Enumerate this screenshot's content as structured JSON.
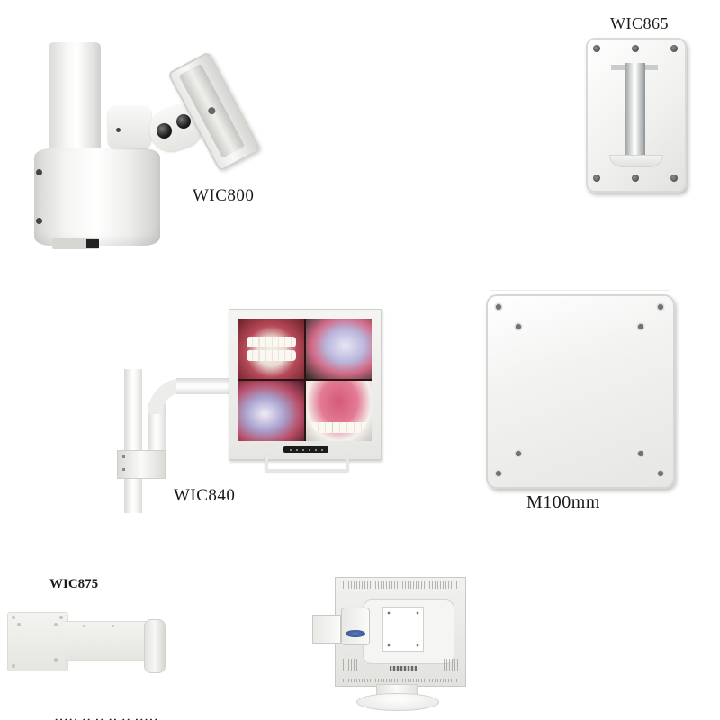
{
  "products": [
    {
      "id": "wic800",
      "label": "WIC800",
      "description": "Pole clamp with tilting monitor head"
    },
    {
      "id": "wic865",
      "label": "WIC865",
      "description": "Wall plate with vertical pivot rod"
    },
    {
      "id": "wic840",
      "label": "WIC840",
      "description": "Pole arm with flat-panel monitor showing intraoral images"
    },
    {
      "id": "m100mm",
      "label": "M100mm",
      "description": "VESA 100mm adapter plate"
    },
    {
      "id": "wic875",
      "label": "WIC875",
      "description": "Flat extension bracket"
    },
    {
      "id": "rear-monitor",
      "label": "",
      "description": "Rear view of monitor with mounted computer module"
    }
  ],
  "colors": {
    "background": "#ffffff",
    "label_text": "#1a1a1a",
    "mount_white": "#f2f2f0",
    "screw_dark": "#4f5554"
  },
  "footer": {
    "truncated_text": "····· ·· ·· ·· ·· ·····"
  }
}
